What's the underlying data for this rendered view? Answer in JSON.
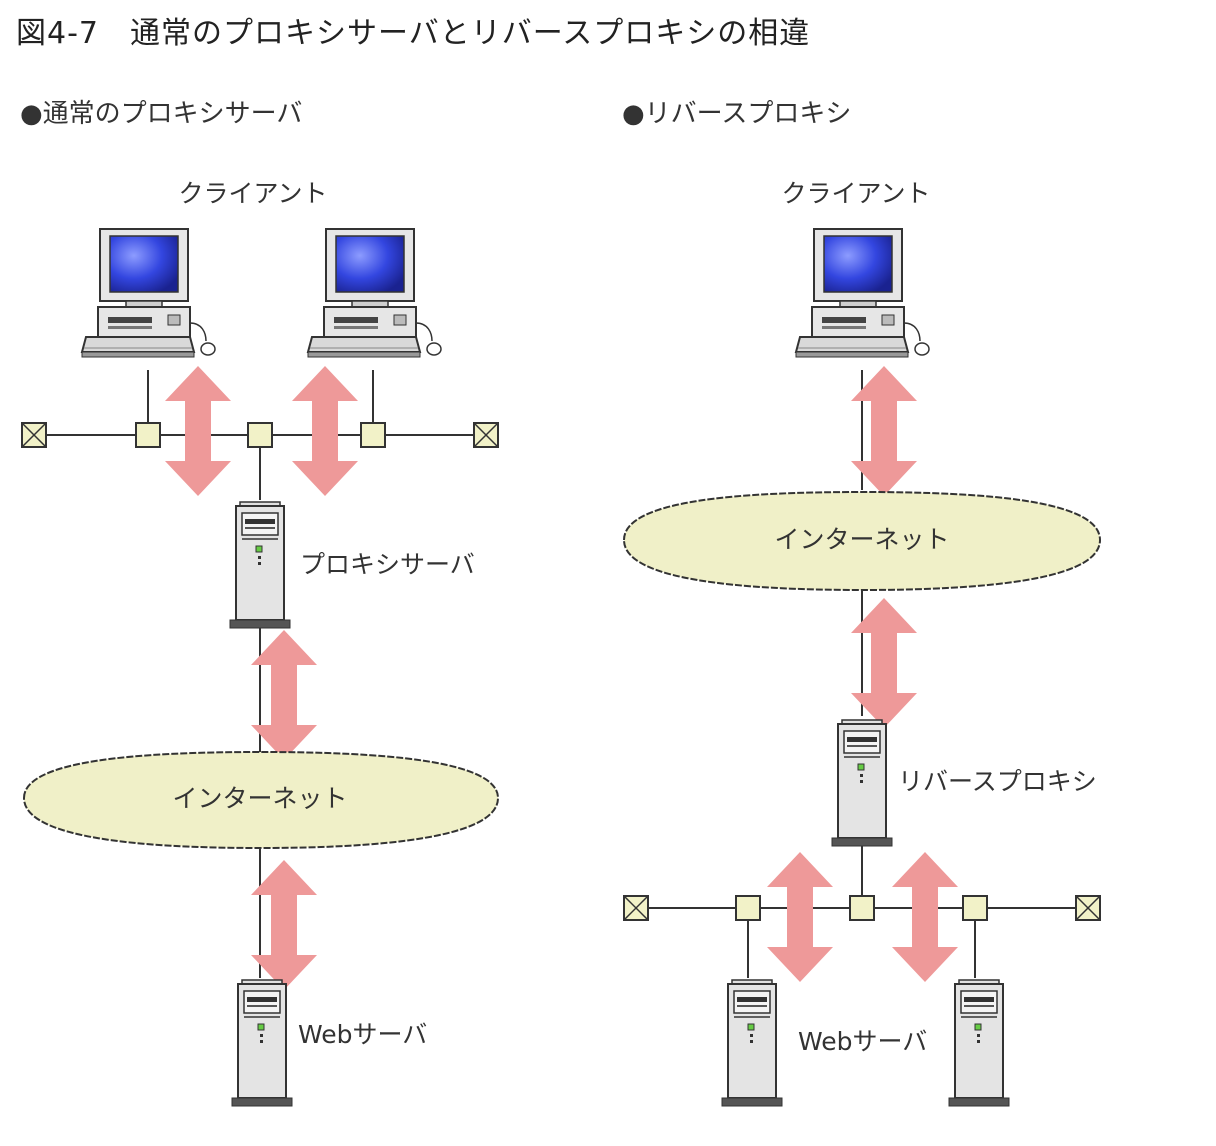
{
  "figure_title": "図4-7　通常のプロキシサーバとリバースプロキシの相違",
  "colors": {
    "arrow": "#ee9999",
    "hub": "#f2f2c8",
    "cloud": "#f0f0c8",
    "screen": "#2f3fd8",
    "case": "#dddddd"
  },
  "left": {
    "heading": "●通常のプロキシサーバ",
    "client_label": "クライアント",
    "proxy_label": "プロキシサーバ",
    "internet_label": "インターネット",
    "web_label": "Webサーバ"
  },
  "right": {
    "heading": "●リバースプロキシ",
    "client_label": "クライアント",
    "internet_label": "インターネット",
    "proxy_label": "リバースプロキシ",
    "web_label": "Webサーバ"
  }
}
